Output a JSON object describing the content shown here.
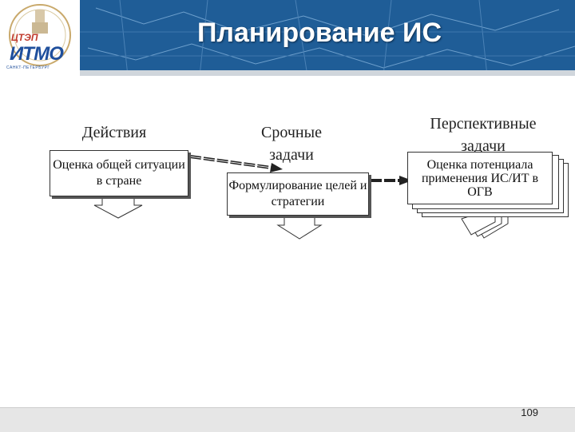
{
  "header": {
    "title": "Планирование ИС",
    "logo": {
      "top_text": "ЦТЭП",
      "main_text": "ИТМО",
      "bottom_text": "САНКТ-ПЕТЕРБУРГ"
    }
  },
  "columns": {
    "actions": "Действия",
    "urgent": "Срочные задачи",
    "prospective": "Перспективные задачи"
  },
  "boxes": {
    "assessment": "Оценка общей ситуации в стране",
    "formulation": "Формулирование целей и стратегии",
    "potential": "Оценка потенциала применения ИС/ИТ в ОГВ"
  },
  "footer": {
    "page_number": "109"
  },
  "colors": {
    "banner": "#1f5d97",
    "footer": "#e6e6e6"
  }
}
